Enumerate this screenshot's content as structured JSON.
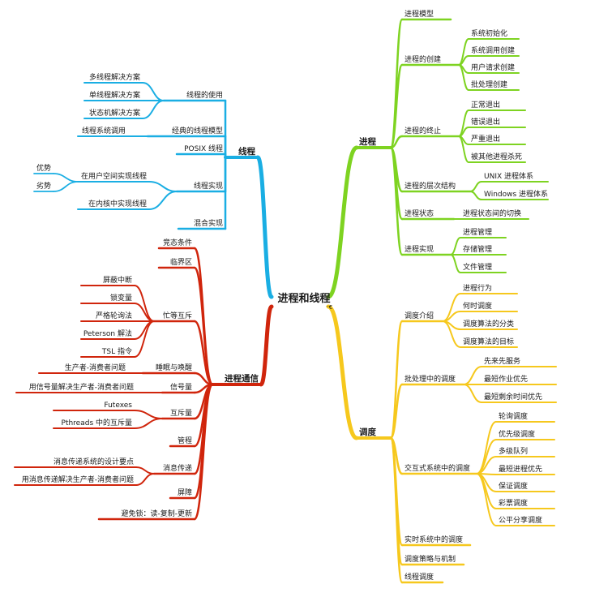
{
  "root": {
    "label": "进程和线程",
    "badge": "⁻€"
  },
  "colors": {
    "process": "#7ED321",
    "thread": "#1AAEE3",
    "ipc": "#D0250C",
    "sched": "#F6C81D"
  },
  "branches": {
    "process": {
      "label": "进程",
      "children": [
        {
          "label": "进程模型"
        },
        {
          "label": "进程的创建",
          "children": [
            "系统初始化",
            "系统调用创建",
            "用户请求创建",
            "批处理创建"
          ]
        },
        {
          "label": "进程的终止",
          "children": [
            "正常退出",
            "错误退出",
            "严重退出",
            "被其他进程杀死"
          ]
        },
        {
          "label": "进程的层次结构",
          "children": [
            "UNIX 进程体系",
            "Windows 进程体系"
          ]
        },
        {
          "label": "进程状态",
          "children": [
            "进程状态间的切换"
          ]
        },
        {
          "label": "进程实现",
          "children": [
            "进程管理",
            "存储管理",
            "文件管理"
          ]
        }
      ]
    },
    "sched": {
      "label": "调度",
      "children": [
        {
          "label": "调度介绍",
          "children": [
            "进程行为",
            "何时调度",
            "调度算法的分类",
            "调度算法的目标"
          ]
        },
        {
          "label": "批处理中的调度",
          "children": [
            "先来先服务",
            "最短作业优先",
            "最短剩余时间优先"
          ]
        },
        {
          "label": "交互式系统中的调度",
          "children": [
            "轮询调度",
            "优先级调度",
            "多级队列",
            "最短进程优先",
            "保证调度",
            "彩票调度",
            "公平分享调度"
          ]
        },
        {
          "label": "实时系统中的调度"
        },
        {
          "label": "调度策略与机制"
        },
        {
          "label": "线程调度"
        }
      ]
    },
    "thread": {
      "label": "线程",
      "children": [
        {
          "label": "线程的使用",
          "children": [
            "多线程解决方案",
            "单线程解决方案",
            "状态机解决方案"
          ]
        },
        {
          "label": "经典的线程模型",
          "children": [
            "线程系统调用"
          ]
        },
        {
          "label": "POSIX 线程"
        },
        {
          "label": "线程实现",
          "children": [
            "在用户空间实现线程",
            "在内核中实现线程"
          ],
          "grand": [
            "优势",
            "劣势"
          ]
        },
        {
          "label": "混合实现"
        }
      ]
    },
    "ipc": {
      "label": "进程通信",
      "children": [
        {
          "label": "竞态条件"
        },
        {
          "label": "临界区"
        },
        {
          "label": "忙等互斥",
          "children": [
            "屏蔽中断",
            "锁变量",
            "严格轮询法",
            "Peterson 解法",
            "TSL 指令"
          ]
        },
        {
          "label": "睡眠与唤醒",
          "children": [
            "生产者-消费者问题"
          ]
        },
        {
          "label": "信号量",
          "children": [
            "用信号量解决生产者-消费者问题"
          ]
        },
        {
          "label": "互斥量",
          "children": [
            "Futexes",
            "Pthreads 中的互斥量"
          ]
        },
        {
          "label": "管程"
        },
        {
          "label": "消息传递",
          "children": [
            "消息传递系统的设计要点",
            "用消息传递解决生产者-消费者问题"
          ]
        },
        {
          "label": "屏障"
        },
        {
          "label": "避免锁：读-复制-更新"
        }
      ]
    }
  }
}
